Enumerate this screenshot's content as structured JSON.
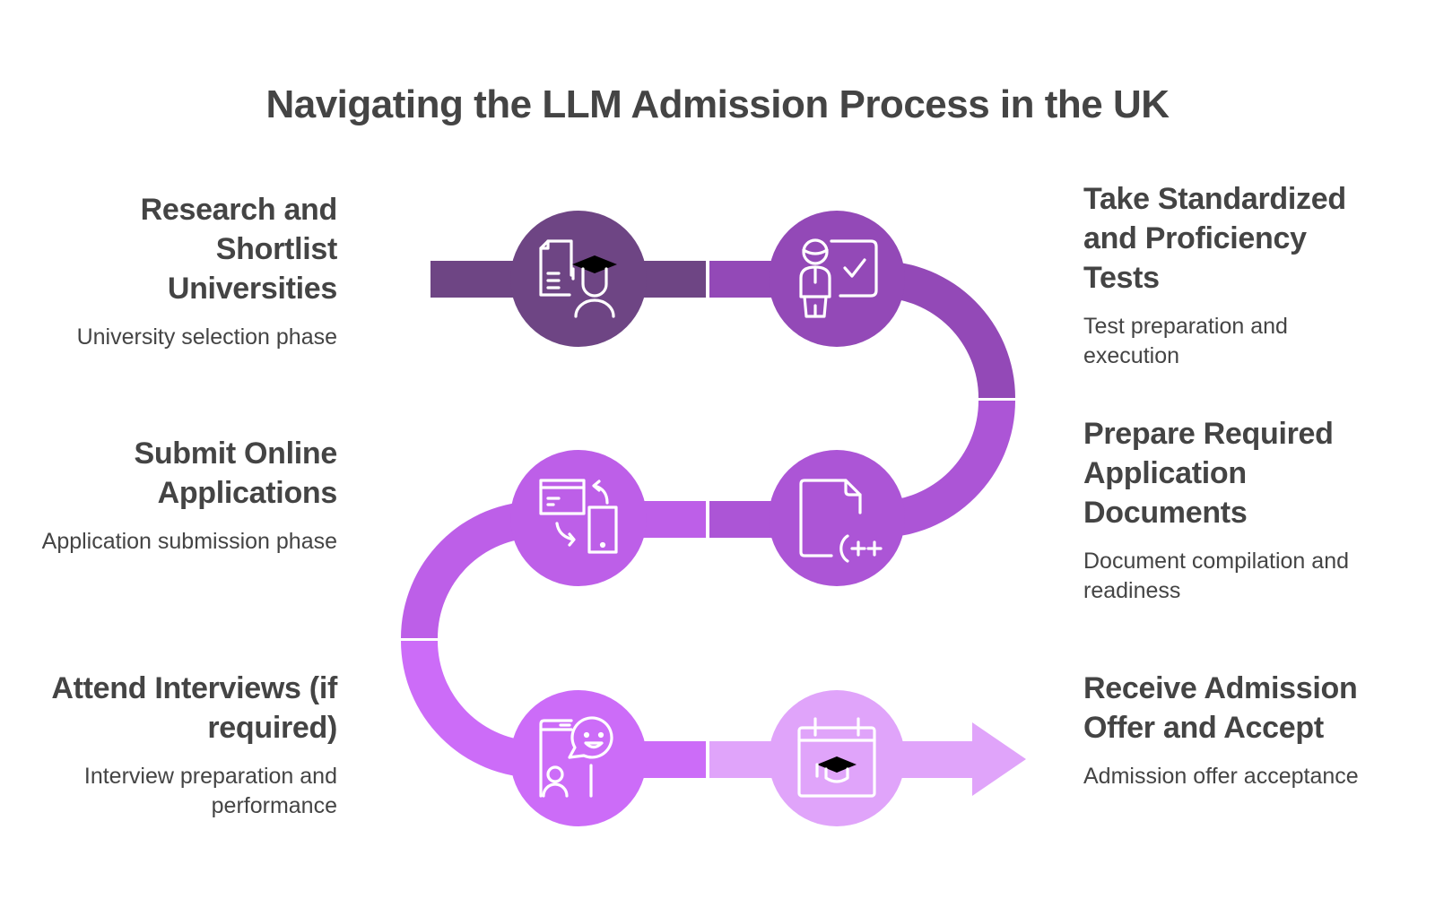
{
  "title": "Navigating the LLM Admission Process in the UK",
  "colors": {
    "step1": "#6e4584",
    "step2": "#9349b7",
    "step3": "#ac55d6",
    "step4": "#bd5fe8",
    "step5": "#cc6cf8",
    "step6": "#e0a4fa",
    "text": "#444444"
  },
  "steps": [
    {
      "order": 1,
      "title": "Research and Shortlist Universities",
      "description": "University selection phase",
      "icon": "document-graduate-icon"
    },
    {
      "order": 2,
      "title": "Take Standardized and Proficiency Tests",
      "description": "Test preparation and execution",
      "icon": "presenter-checkmark-icon"
    },
    {
      "order": 3,
      "title": "Prepare Required Application Documents",
      "description": "Document compilation and readiness",
      "icon": "code-document-icon"
    },
    {
      "order": 4,
      "title": "Submit Online Applications",
      "description": "Application submission phase",
      "icon": "web-mobile-sync-icon"
    },
    {
      "order": 5,
      "title": "Attend Interviews (if required)",
      "description": "Interview preparation and performance",
      "icon": "video-interview-icon"
    },
    {
      "order": 6,
      "title": "Receive Admission Offer and Accept",
      "description": "Admission offer acceptance",
      "icon": "calendar-graduation-icon"
    }
  ]
}
